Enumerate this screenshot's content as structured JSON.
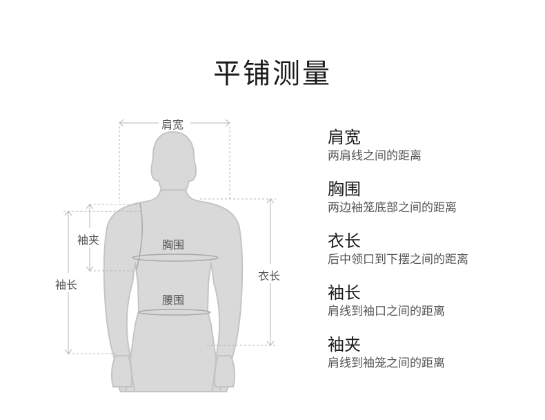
{
  "title": "平铺测量",
  "diagram": {
    "labels": {
      "shoulder": "肩宽",
      "armhole": "袖夹",
      "sleeve": "袖长",
      "chest": "胸围",
      "waist": "腰围",
      "length": "衣长"
    }
  },
  "legend": [
    {
      "name": "肩宽",
      "desc": "两肩线之间的距离"
    },
    {
      "name": "胸围",
      "desc": "两边袖笼底部之间的距离"
    },
    {
      "name": "衣长",
      "desc": "后中领口到下摆之间的距离"
    },
    {
      "name": "袖长",
      "desc": "肩线到袖口之间的距离"
    },
    {
      "name": "袖夹",
      "desc": "肩线到袖笼之间的距离"
    }
  ],
  "colors": {
    "body_fill": "#d9d9d9",
    "body_stroke": "#bdbdbd",
    "guide_line": "#b5b5b5",
    "title_text": "#1a1a1a",
    "desc_text": "#555555"
  }
}
